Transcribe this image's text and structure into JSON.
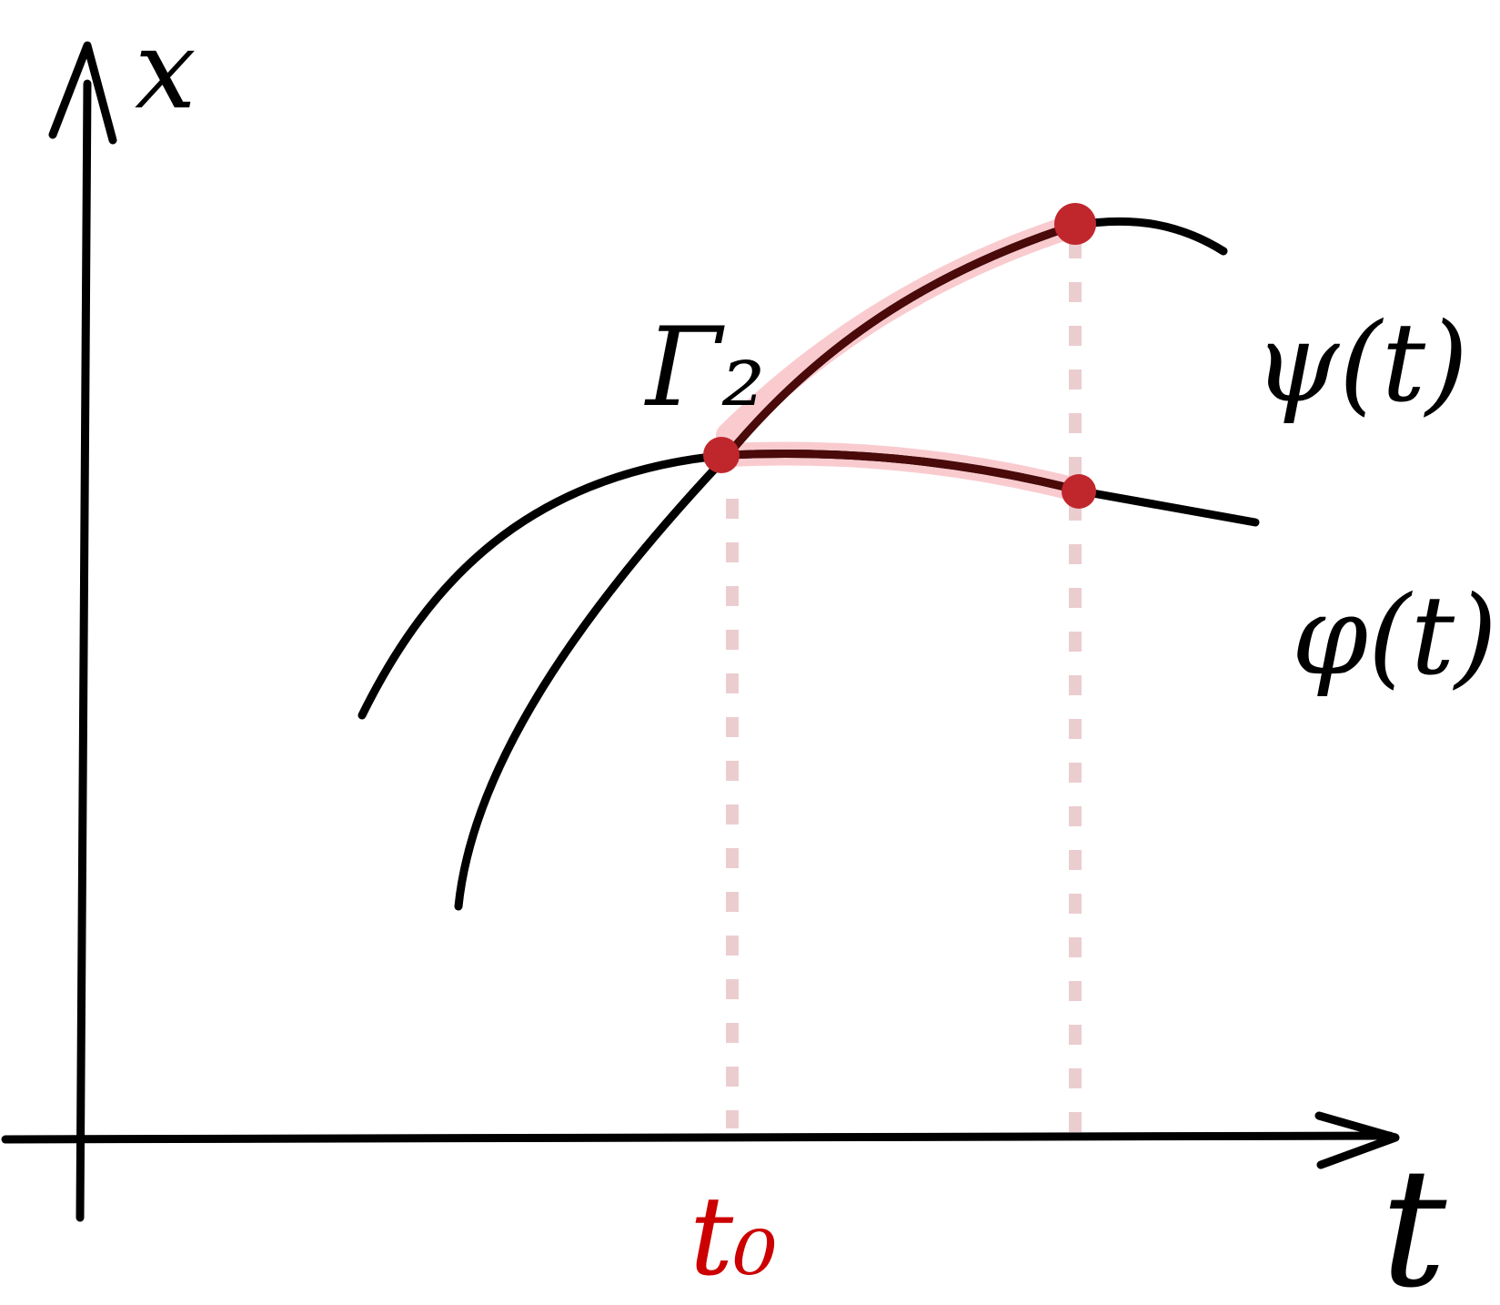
{
  "labels": {
    "x_axis": "t",
    "y_axis": "x",
    "t0": "t₀",
    "gamma": "Γ₂",
    "psi": "ψ(t)",
    "phi": "φ(t)"
  },
  "colors": {
    "ink": "#000000",
    "accent_red": "#cc0000",
    "point": "#c0272d",
    "highlight": "#f4a0a8",
    "curve_overlap": "#4a0a0a",
    "guide": "#e3b8bc"
  },
  "icons": {
    "x_axis_arrow": "arrow-right-icon",
    "y_axis_arrow": "arrow-up-icon"
  }
}
